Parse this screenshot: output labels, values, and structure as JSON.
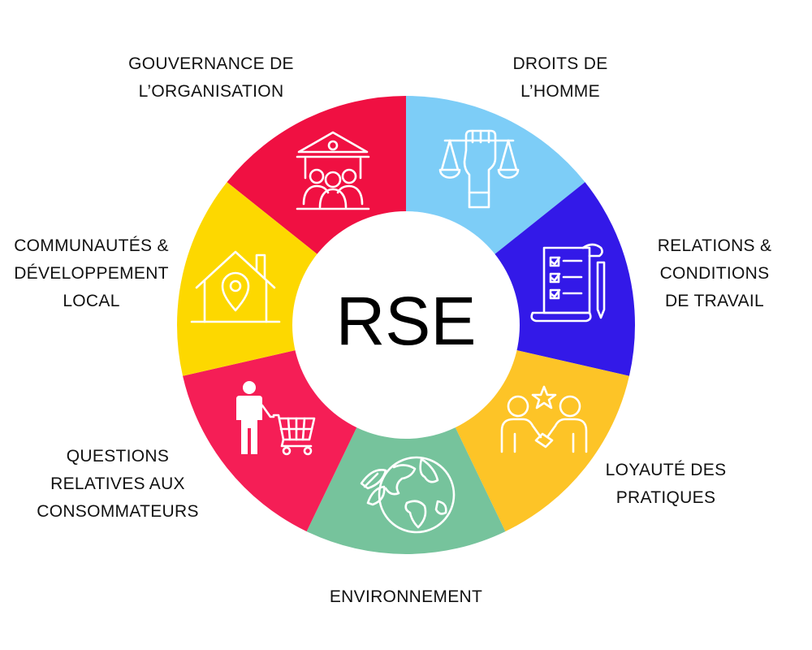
{
  "center_label": "RSE",
  "segments": [
    {
      "id": "gouvernance",
      "label_lines": [
        "GOUVERNANCE DE",
        "L’ORGANISATION"
      ],
      "color": "#f01042",
      "icon": "institution-people-icon"
    },
    {
      "id": "droits",
      "label_lines": [
        "DROITS DE",
        "L’HOMME"
      ],
      "color": "#7dcdf7",
      "icon": "raised-fist-scales-icon"
    },
    {
      "id": "relations",
      "label_lines": [
        "RELATIONS &",
        "CONDITIONS",
        "DE TRAVAIL"
      ],
      "color": "#3319e8",
      "icon": "checklist-scroll-pen-icon"
    },
    {
      "id": "loyaute",
      "label_lines": [
        "LOYAUTÉ DES",
        "PRATIQUES"
      ],
      "color": "#fdc427",
      "icon": "handshake-star-icon"
    },
    {
      "id": "environnement",
      "label_lines": [
        "ENVIRONNEMENT"
      ],
      "color": "#76c39c",
      "icon": "globe-leaf-icon"
    },
    {
      "id": "consommateurs",
      "label_lines": [
        "QUESTIONS",
        "RELATIVES AUX",
        "CONSOMMATEURS"
      ],
      "color": "#f51e56",
      "icon": "shopper-cart-icon"
    },
    {
      "id": "communautes",
      "label_lines": [
        "COMMUNAUTÉS &",
        "DÉVELOPPEMENT",
        "LOCAL"
      ],
      "color": "#fdd800",
      "icon": "house-location-icon"
    }
  ]
}
